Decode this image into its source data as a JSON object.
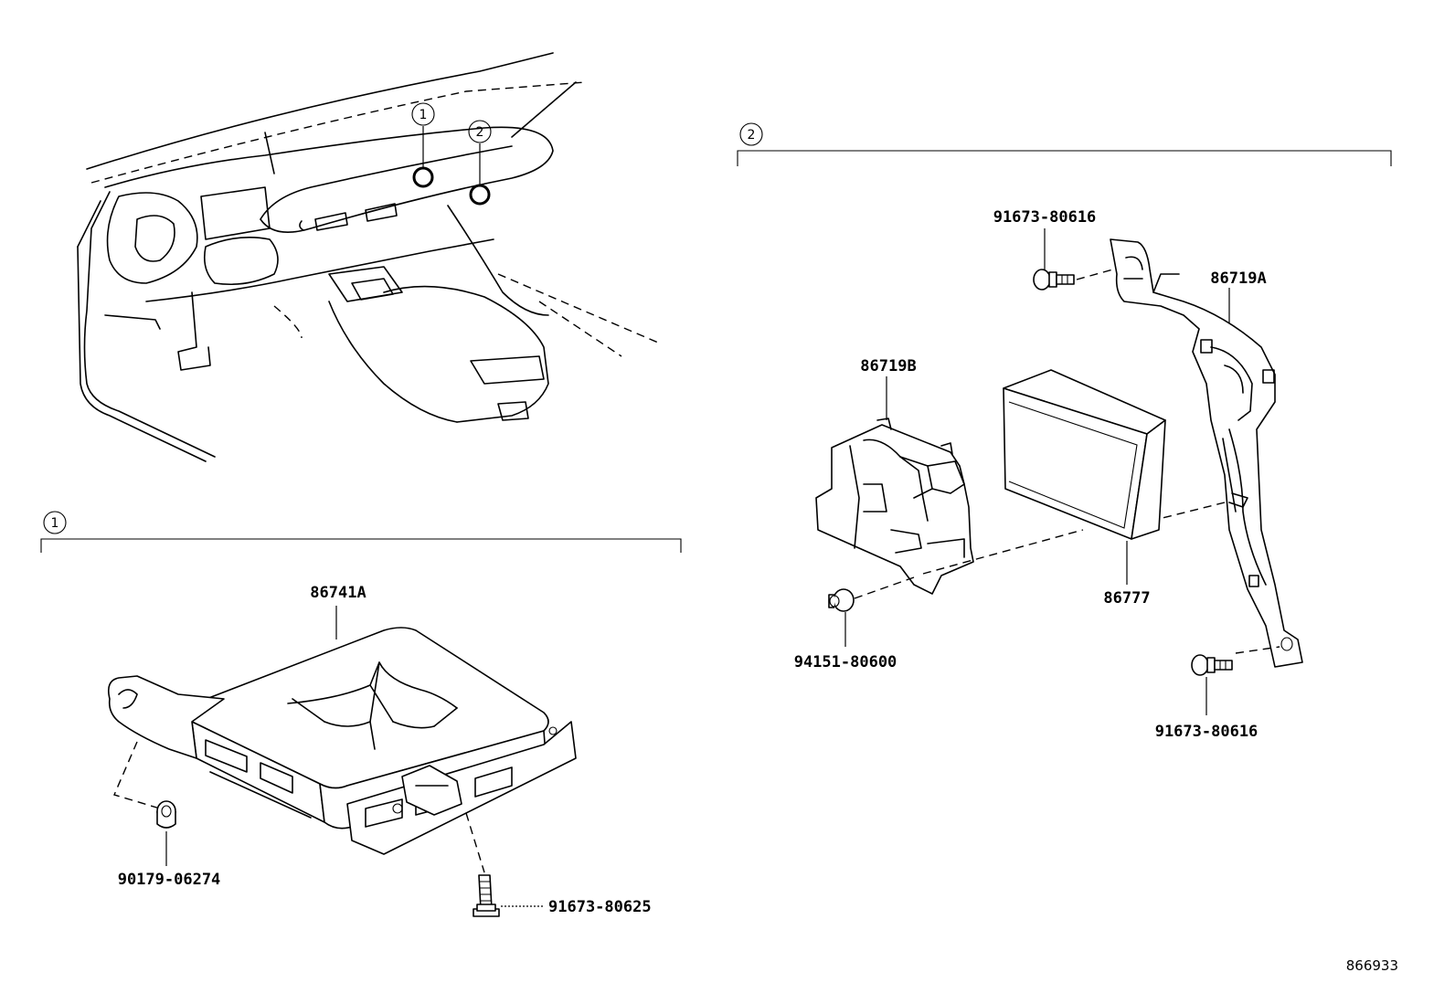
{
  "diagram_id": "866933",
  "callouts": {
    "one": "1",
    "two": "2"
  },
  "section1": {
    "callout": "1",
    "parts": {
      "ecu": "86741A",
      "nut": "90179-06274",
      "bolt": "91673-80625"
    }
  },
  "section2": {
    "callout": "2",
    "parts": {
      "bolt_top": "91673-80616",
      "bracket_a": "86719A",
      "bracket_b": "86719B",
      "module": "86777",
      "nut": "94151-80600",
      "bolt_bottom": "91673-80616"
    }
  }
}
